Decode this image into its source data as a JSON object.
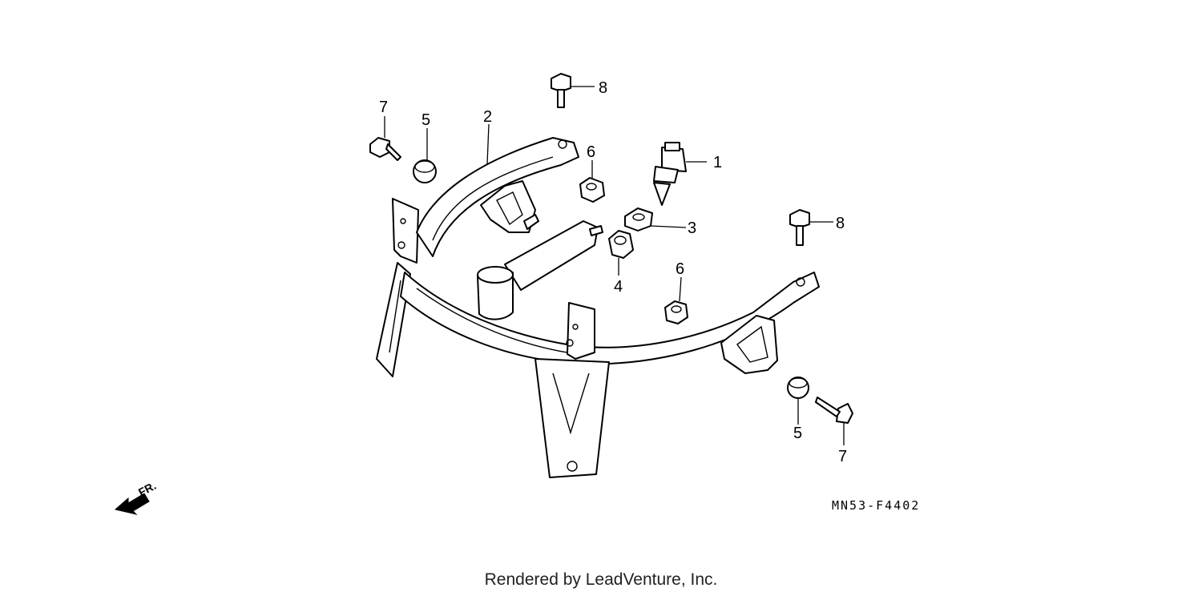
{
  "diagram": {
    "figure_code": "MN53-F4402",
    "front_indicator": "FR.",
    "footer": "Rendered by LeadVenture, Inc.",
    "callouts": [
      "1",
      "2",
      "3",
      "4",
      "5",
      "5",
      "6",
      "6",
      "7",
      "7",
      "8",
      "8"
    ]
  }
}
